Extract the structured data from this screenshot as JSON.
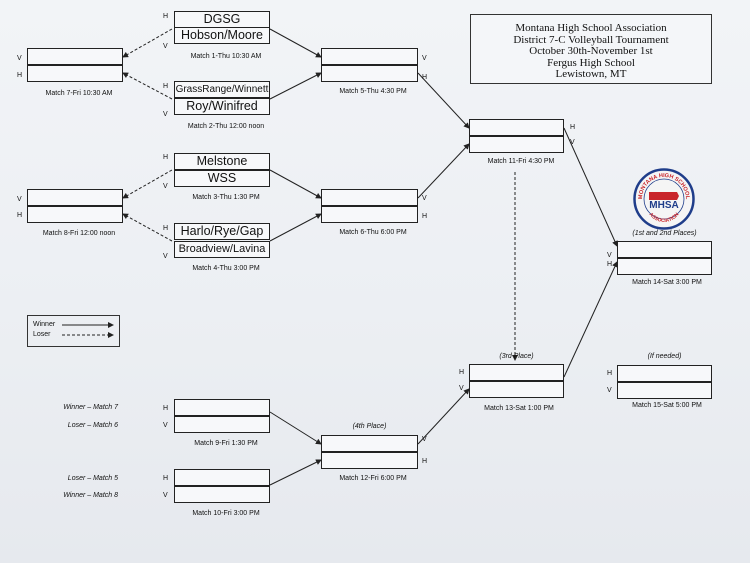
{
  "info": {
    "line1": "Montana High School Association",
    "line2": "District 7-C Volleyball Tournament",
    "line3": "October 30th-November 1st",
    "line4": "Fergus High School",
    "line5": "Lewistown, MT"
  },
  "logo": {
    "top_text": "MONTANA HIGH SCHOOL",
    "middle_text": "MHSA",
    "bottom_text": "ASSOCIATION"
  },
  "legend": {
    "winner": "Winner",
    "loser": "Loser"
  },
  "hv": {
    "home": "H",
    "visitor": "V"
  },
  "teams": {
    "m1_top": "DGSG",
    "m1_bottom": "Hobson/Moore",
    "m2_top": "GrassRange/Winnett",
    "m2_bottom": "Roy/Winifred",
    "m3_top": "Melstone",
    "m3_bottom": "WSS",
    "m4_top": "Harlo/Rye/Gap",
    "m4_bottom": "Broadview/Lavina"
  },
  "matches": {
    "m1": "Match 1-Thu  10:30 AM",
    "m2": "Match 2-Thu 12:00 noon",
    "m3": "Match 3-Thu  1:30 PM",
    "m4": "Match 4-Thu  3:00 PM",
    "m5": "Match 5-Thu  4:30 PM",
    "m6": "Match 6-Thu  6:00 PM",
    "m7": "Match 7-Fri  10:30 AM",
    "m8": "Match 8-Fri 12:00 noon",
    "m9": "Match 9-Fri  1:30 PM",
    "m10": "Match 10-Fri  3:00 PM",
    "m11": "Match 11-Fri  4:30 PM",
    "m12": "Match 12-Fri  6:00 PM",
    "m13": "Match 13-Sat  1:00 PM",
    "m14": "Match 14-Sat  3:00 PM",
    "m15": "Match 15-Sat  5:00 PM"
  },
  "place_labels": {
    "first_second": "(1st and 2nd Places)",
    "third": "(3rd Place)",
    "fourth": "(4th Place)",
    "if_needed": "(If needed)"
  },
  "seed_labels": {
    "m9_top": "Winner – Match 7",
    "m9_bottom": "Loser – Match 6",
    "m10_top": "Loser – Match 5",
    "m10_bottom": "Winner – Match 8"
  },
  "colors": {
    "logo_red": "#c9252b",
    "logo_blue": "#1f3d8a",
    "line": "#222222"
  }
}
